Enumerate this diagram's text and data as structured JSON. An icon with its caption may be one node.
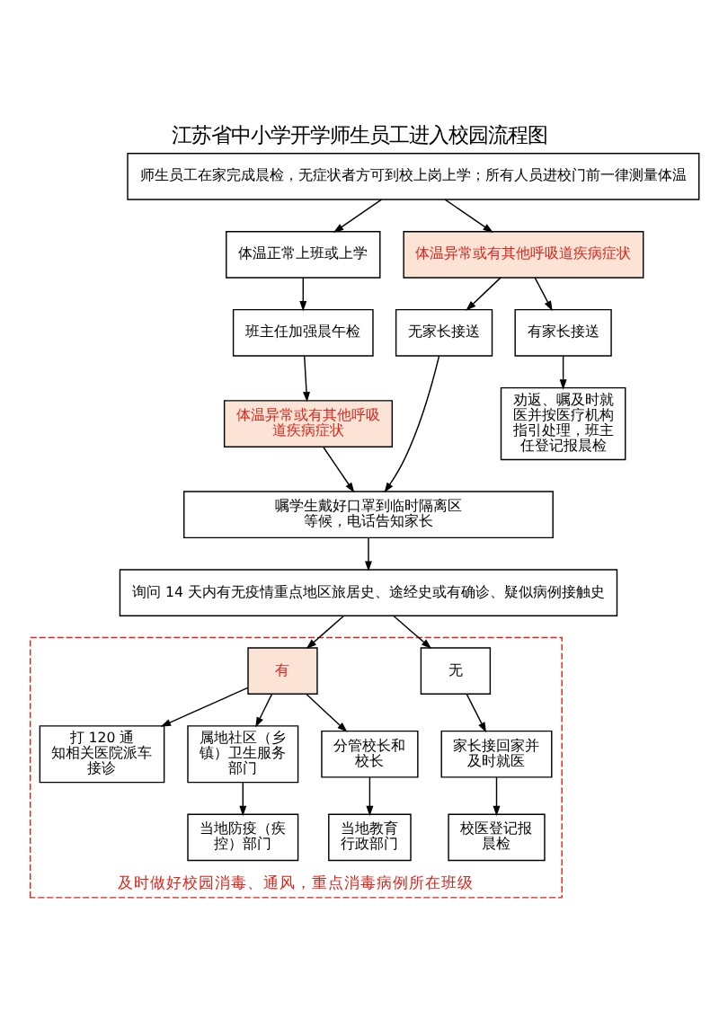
{
  "diagram": {
    "title": "江苏省中小学开学师生员工进入校园流程图",
    "nodes": [
      {
        "text": [
          "师生员工在家完成晨检，无症状者方可到校上岗上学；所有人员进校门前一律测量体温"
        ]
      },
      {
        "text": [
          "体温正常上班或上学"
        ]
      },
      {
        "text": [
          "体温异常或有其他呼吸道疾病症状"
        ]
      },
      {
        "text": [
          "班主任加强晨午检"
        ]
      },
      {
        "text": [
          "无家长接送"
        ]
      },
      {
        "text": [
          "有家长接送"
        ]
      },
      {
        "text": [
          "体温异常或有其他呼吸道疾病症状"
        ]
      },
      {
        "text": [
          "劝返、嘱及时就医并按医疗机构指引处理，班主任登记报晨检"
        ]
      },
      {
        "text": [
          "嘱学生戴好口罩到临时隔离区等候，电话告知家长"
        ]
      },
      {
        "text": [
          "询问 14 天内有无疫情重点地区旅居史、途经史或有确诊、疑似病例接触史"
        ]
      },
      {
        "text": [
          "及时做好校园消毒、通风，重点消毒病例所在班级"
        ]
      },
      {
        "text": [
          "无"
        ],
        "in": 10
      },
      {
        "text": [
          "有"
        ],
        "in": 10
      },
      {
        "text": [
          "家长接回家并及时就医"
        ],
        "in": 10
      },
      {
        "text": [
          "打 120 通知相关医院派车接诊"
        ],
        "in": 10
      },
      {
        "text": [
          "属地社区（乡镇）卫生服务部门"
        ],
        "in": 10
      },
      {
        "text": [
          "分管校长和校长"
        ],
        "in": 10
      },
      {
        "text": [
          "校医登记报晨检"
        ],
        "in": 10
      },
      {
        "text": [
          "当地防疫（疾控）部门"
        ],
        "in": 10
      },
      {
        "text": [
          "当地教育行政部门"
        ],
        "in": 10
      }
    ],
    "edges": [
      {
        "from": 0,
        "to": 1,
        "arrow": "to"
      },
      {
        "from": 0,
        "to": 2,
        "arrow": "to"
      },
      {
        "from": 1,
        "to": 3,
        "arrow": "to"
      },
      {
        "from": 2,
        "to": 4,
        "arrow": "to"
      },
      {
        "from": 2,
        "to": 5,
        "arrow": "to"
      },
      {
        "from": 3,
        "to": 6,
        "arrow": "to"
      },
      {
        "from": 5,
        "to": 7,
        "arrow": "to"
      },
      {
        "from": 4,
        "to": 8,
        "arrow": "to"
      },
      {
        "from": 6,
        "to": 8,
        "arrow": "to"
      },
      {
        "from": 8,
        "to": 9,
        "arrow": "to"
      },
      {
        "from": 9,
        "to": 11,
        "arrow": "to"
      },
      {
        "from": 9,
        "to": 12,
        "arrow": "to"
      },
      {
        "from": 11,
        "to": 13,
        "arrow": "to"
      },
      {
        "from": 12,
        "to": 14,
        "arrow": "to"
      },
      {
        "from": 12,
        "to": 15,
        "arrow": "to"
      },
      {
        "from": 12,
        "to": 16,
        "arrow": "to"
      },
      {
        "from": 13,
        "to": 17,
        "arrow": "to"
      },
      {
        "from": 15,
        "to": 18,
        "arrow": "to"
      },
      {
        "from": 16,
        "to": 19,
        "arrow": "to"
      }
    ]
  }
}
